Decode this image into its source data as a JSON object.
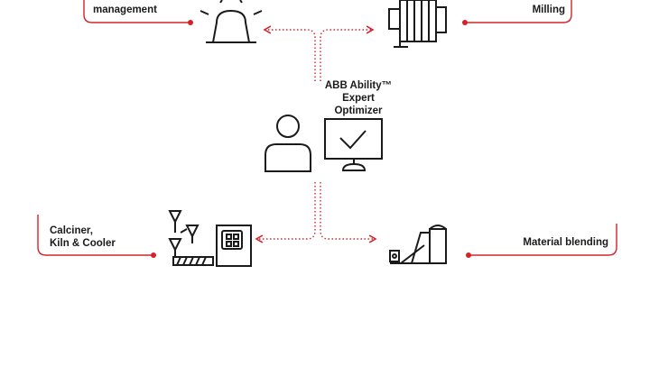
{
  "diagram": {
    "center_label": [
      "ABB Ability™",
      "Expert",
      "Optimizer"
    ],
    "nodes": {
      "top_left": [
        "management"
      ],
      "top_right": [
        "Milling"
      ],
      "bottom_left": [
        "Calciner,",
        "Kiln & Cooler"
      ],
      "bottom_right": [
        "Material blending"
      ]
    },
    "icons": {
      "top_left": "alarm-beacon-icon",
      "top_right": "mill-icon",
      "center_person": "operator-icon",
      "center_monitor": "monitor-checkmark-icon",
      "bottom_left": "kiln-control-panel-icon",
      "bottom_right": "blending-silo-icon"
    },
    "colors": {
      "accent": "#d2232a",
      "icon": "#1a1a1a"
    }
  }
}
